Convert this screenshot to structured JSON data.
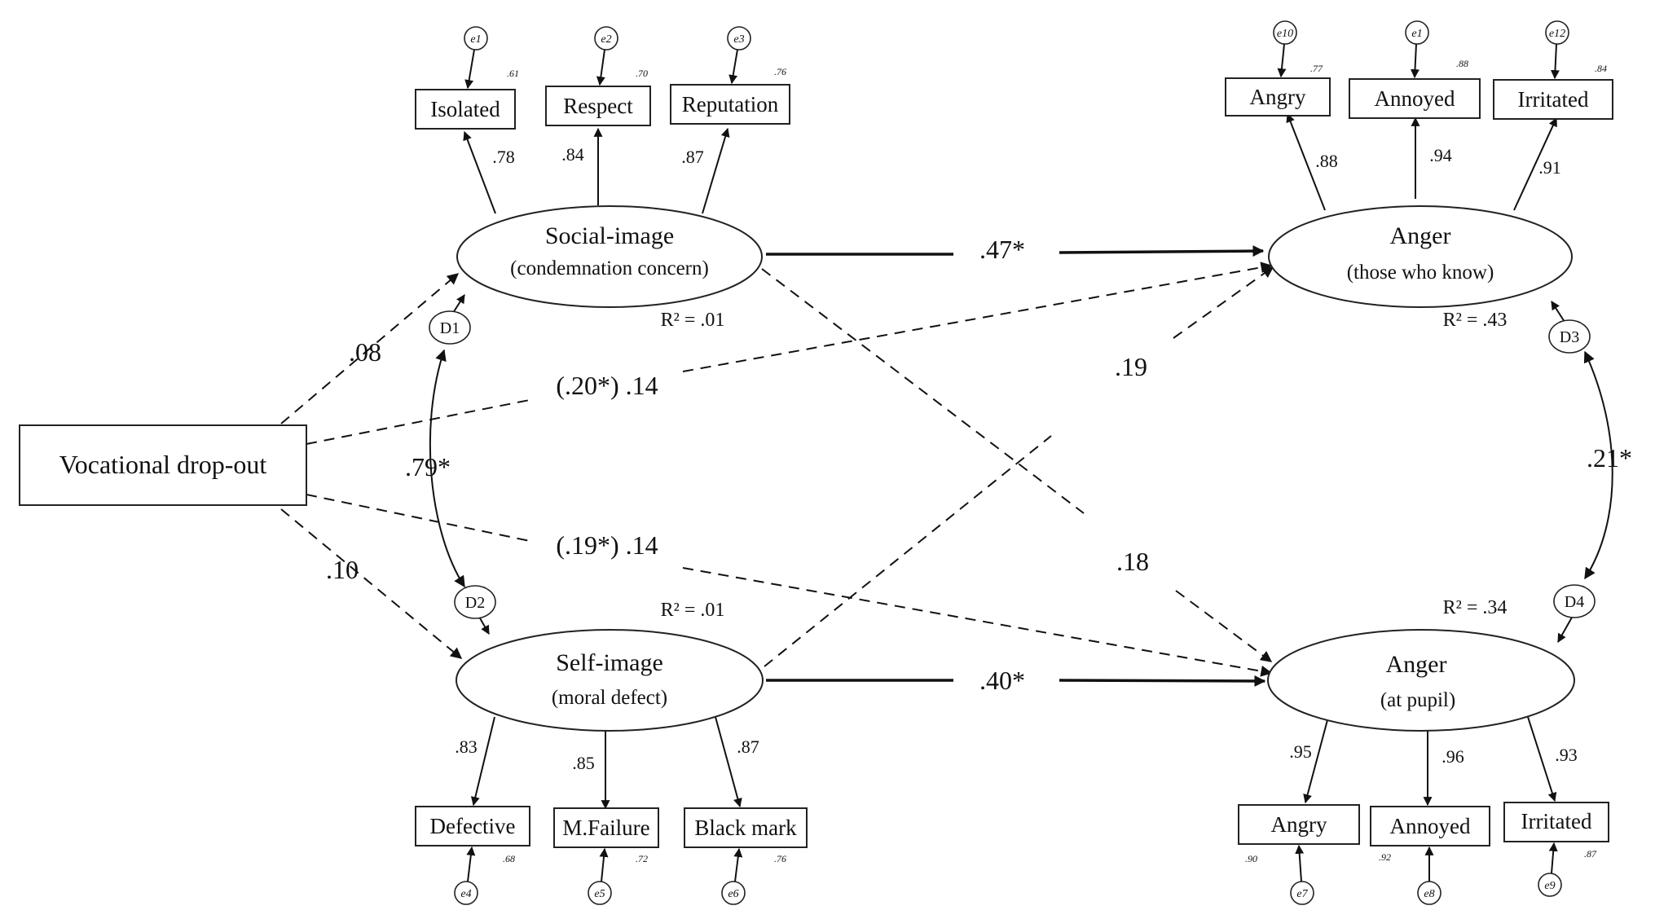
{
  "exogenous": {
    "label": "Vocational  drop-out"
  },
  "latents": {
    "social": {
      "title": "Social-image",
      "subtitle": "(condemnation concern)",
      "r2": "R² = .01",
      "disturbance": "D1"
    },
    "self": {
      "title": "Self-image",
      "subtitle": "(moral  defect)",
      "r2": "R² = .01",
      "disturbance": "D2"
    },
    "anger_know": {
      "title": "Anger",
      "subtitle": "(those who know)",
      "r2": "R² = .43",
      "disturbance": "D3"
    },
    "anger_pupil": {
      "title": "Anger",
      "subtitle": "(at pupil)",
      "r2": "R² = .34",
      "disturbance": "D4"
    }
  },
  "indicators": {
    "social": [
      {
        "label": "Isolated",
        "loading": ".78",
        "error": "e1",
        "r2": ".61"
      },
      {
        "label": "Respect",
        "loading": ".84",
        "error": "e2",
        "r2": ".70"
      },
      {
        "label": "Reputation",
        "loading": ".87",
        "error": "e3",
        "r2": ".76"
      }
    ],
    "self": [
      {
        "label": "Defective",
        "loading": ".83",
        "error": "e4",
        "r2": ".68"
      },
      {
        "label": "M.Failure",
        "loading": ".85",
        "error": "e5",
        "r2": ".72"
      },
      {
        "label": "Black mark",
        "loading": ".87",
        "error": "e6",
        "r2": ".76"
      }
    ],
    "anger_know": [
      {
        "label": "Angry",
        "loading": ".88",
        "error": "e10",
        "r2": ".77"
      },
      {
        "label": "Annoyed",
        "loading": ".94",
        "error": "e1",
        "r2": ".88"
      },
      {
        "label": "Irritated",
        "loading": ".91",
        "error": "e12",
        "r2": ".84"
      }
    ],
    "anger_pupil": [
      {
        "label": "Angry",
        "loading": ".95",
        "error": "e7",
        "r2": ".90"
      },
      {
        "label": "Annoyed",
        "loading": ".96",
        "error": "e8",
        "r2": ".92"
      },
      {
        "label": "Irritated",
        "loading": ".93",
        "error": "e9",
        "r2": ".87"
      }
    ]
  },
  "paths": {
    "dropout_social": ".08",
    "dropout_self": ".10",
    "dropout_anger_know": "(.20*)  .14",
    "dropout_anger_pupil": "(.19*)  .14",
    "social_anger_know": ".47*",
    "self_anger_pupil": ".40*",
    "self_anger_know": ".19",
    "social_anger_pupil": ".18"
  },
  "covariances": {
    "d1_d2": ".79*",
    "d3_d4": ".21*"
  }
}
